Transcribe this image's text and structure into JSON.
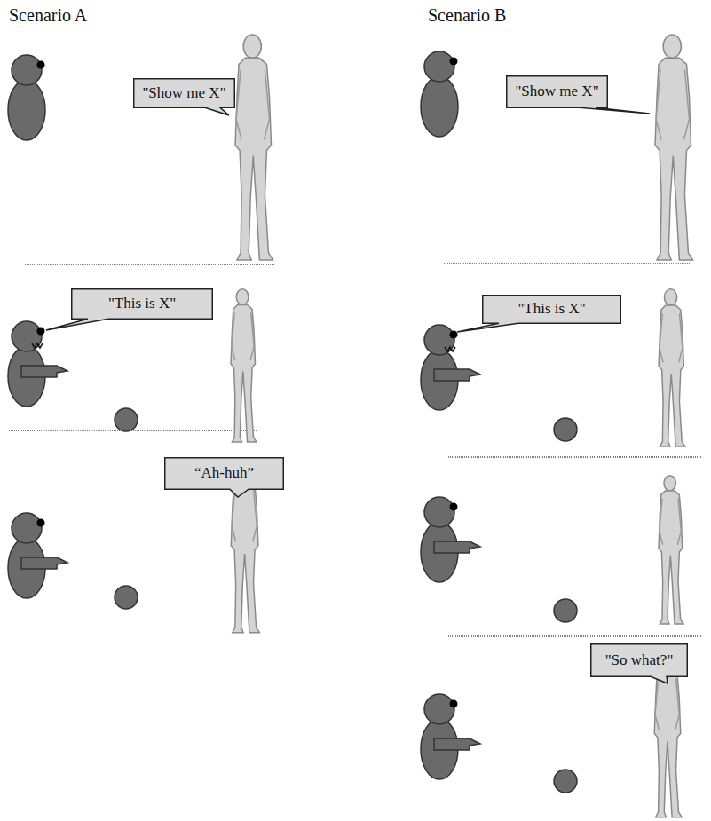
{
  "diagram": {
    "nodes": [
      {
        "text": [
          "\"Show me X\""
        ]
      },
      {
        "text": [
          "\"This is X\""
        ]
      },
      {
        "text": [
          "“Ah-huh”"
        ]
      },
      {
        "text": [
          "\"Show me X\""
        ]
      },
      {
        "text": [
          "\"This is X\""
        ]
      },
      {
        "text": [
          "\"So what?\""
        ]
      }
    ],
    "labels": [
      "Scenario A",
      "Scenario B"
    ]
  }
}
